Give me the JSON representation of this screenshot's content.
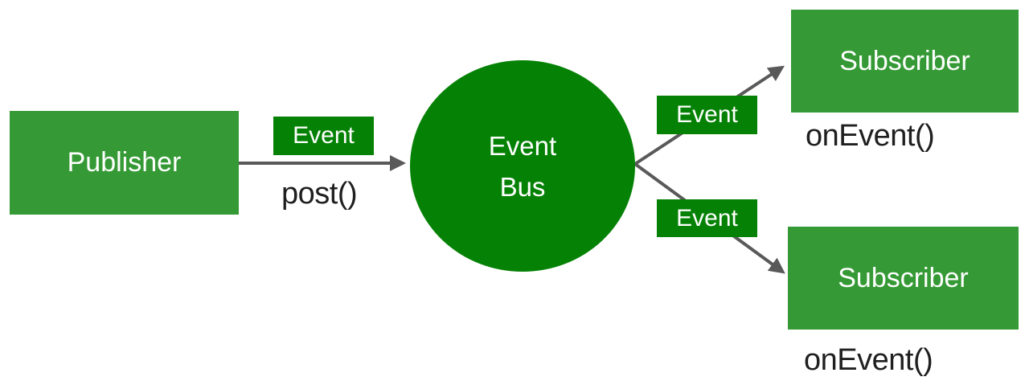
{
  "colors": {
    "background": "#ffffff",
    "node_green": "#359a35",
    "bus_green": "#058205",
    "arrow_gray": "#595959",
    "method_text": "#1f1f1f",
    "node_text": "#ffffff"
  },
  "nodes": {
    "publisher": {
      "label": "Publisher"
    },
    "event_bus": {
      "line1": "Event",
      "line2": "Bus"
    },
    "subscriber_top": {
      "label": "Subscriber",
      "method": "onEvent()"
    },
    "subscriber_bottom": {
      "label": "Subscriber",
      "method": "onEvent()"
    }
  },
  "edges": {
    "publisher_to_bus": {
      "badge": "Event",
      "method": "post()"
    },
    "bus_to_subscriber_top": {
      "badge": "Event"
    },
    "bus_to_subscriber_bottom": {
      "badge": "Event"
    }
  }
}
